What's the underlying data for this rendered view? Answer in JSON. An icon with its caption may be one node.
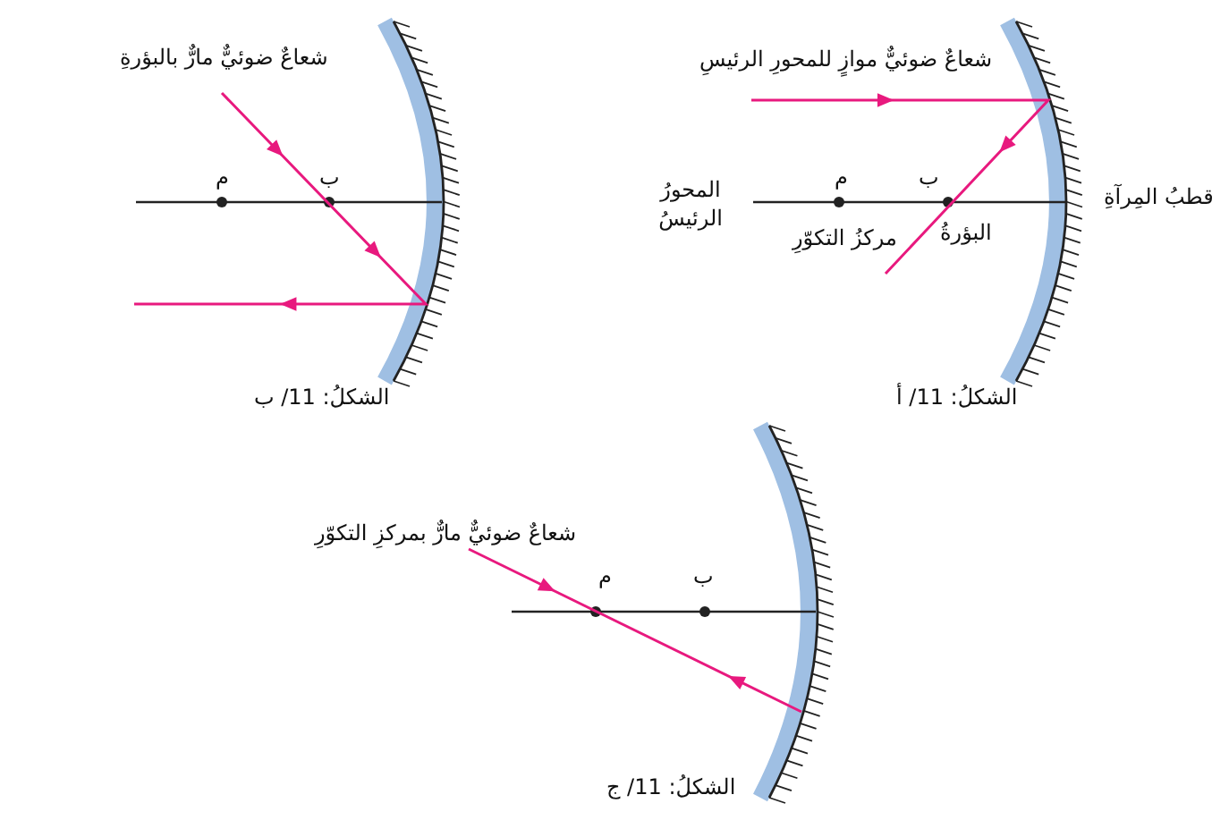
{
  "diagram": {
    "labels": [
      "شعاعٌ ضوئيٌّ موازٍ للمحورِ الرئيسِ",
      "قطبُ المِرآةِ",
      "ب",
      "م",
      "المحورُ الرئيسُ",
      "البؤرةُ",
      "مركزُ التكوّرِ",
      "الشكلُ: 11/ أ",
      "شعاعٌ ضوئيٌّ مارٌّ بالبؤرةِ",
      "ب",
      "م",
      "الشكلُ: 11/ ب",
      "شعاعٌ ضوئيٌّ مارٌّ بمركزِ التكوّرِ",
      "م",
      "ب",
      "الشكلُ: 11/ ج"
    ]
  }
}
